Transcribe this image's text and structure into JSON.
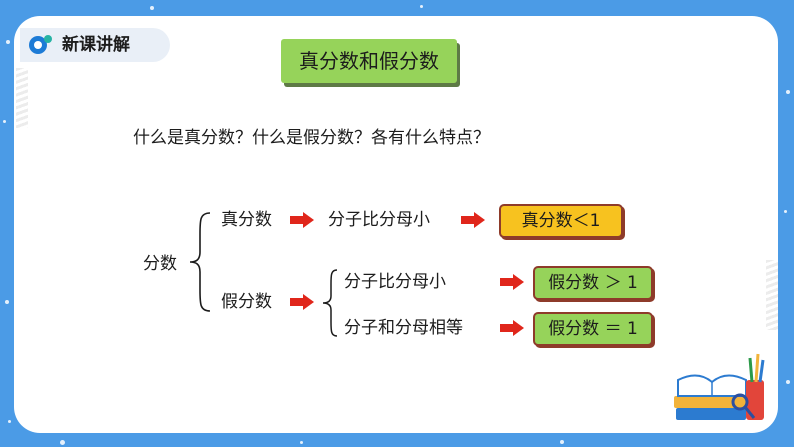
{
  "header": {
    "title": "新课讲解",
    "logo_icon": "app-logo-icon"
  },
  "slide": {
    "title": "真分数和假分数",
    "question": "什么是真分数？什么是假分数？各有什么特点？"
  },
  "diagram": {
    "root": "分数",
    "proper": {
      "label": "真分数",
      "condition": "分子比分母小",
      "result": "真分数＜1"
    },
    "improper": {
      "label": "假分数",
      "condition1": "分子比分母小",
      "result1": "假分数 ＞ 1",
      "condition2": "分子和分母相等",
      "result2": "假分数 ＝ 1"
    }
  },
  "colors": {
    "background": "#4b9be6",
    "title_box": "#96d35a",
    "orange_result": "#f7c21f",
    "arrow": "#e0261b"
  },
  "decoration": {
    "books_icon": "books-illustration-icon"
  }
}
